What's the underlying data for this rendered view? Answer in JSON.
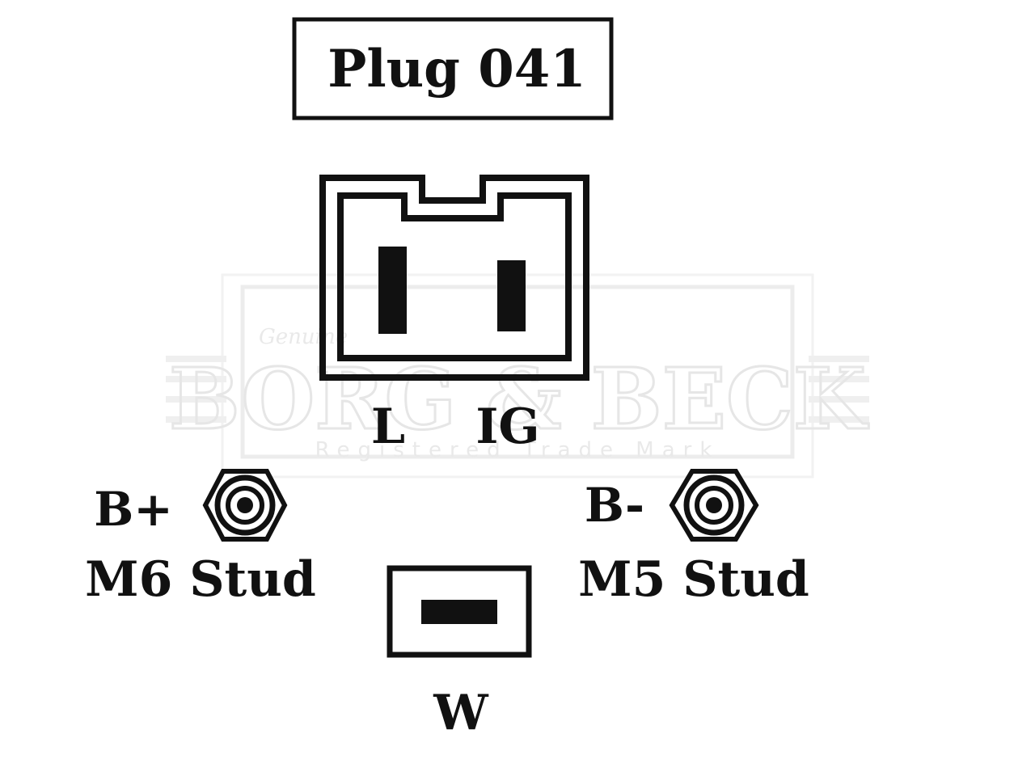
{
  "diagram": {
    "title": "Plug 041",
    "plug_pins": {
      "left": "L",
      "right": "IG"
    },
    "stud_positive": {
      "terminal": "B+",
      "size": "M6 Stud"
    },
    "stud_negative": {
      "terminal": "B-",
      "size": "M5 Stud"
    },
    "w_terminal": {
      "label": "W"
    }
  },
  "watermark": {
    "brand": "BORG & BECK",
    "script": "Genuine",
    "tagline": "Registered Trade Mark"
  },
  "colors": {
    "ink": "#111111",
    "watermark": "#e6e6e6",
    "background": "#ffffff"
  }
}
